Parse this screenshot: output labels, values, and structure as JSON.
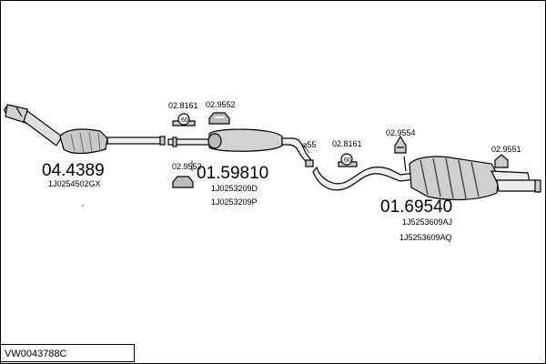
{
  "diagram": {
    "parts": [
      {
        "number": "04.4389",
        "refs": [
          "1J0254502GX"
        ]
      },
      {
        "number": "01.59810",
        "refs": [
          "1J0253209D",
          "1J0253209P"
        ]
      },
      {
        "number": "01.69540",
        "refs": [
          "1J5253609AJ",
          "1J5253609AQ"
        ]
      }
    ],
    "fittings": {
      "f1": "02.8161",
      "f2": "02.9552",
      "f3": "02.9552",
      "f4": "55",
      "f5": "02.8161",
      "f6": "02.9554",
      "f7": "02.9551"
    },
    "kit_code": "VW0043788C"
  }
}
